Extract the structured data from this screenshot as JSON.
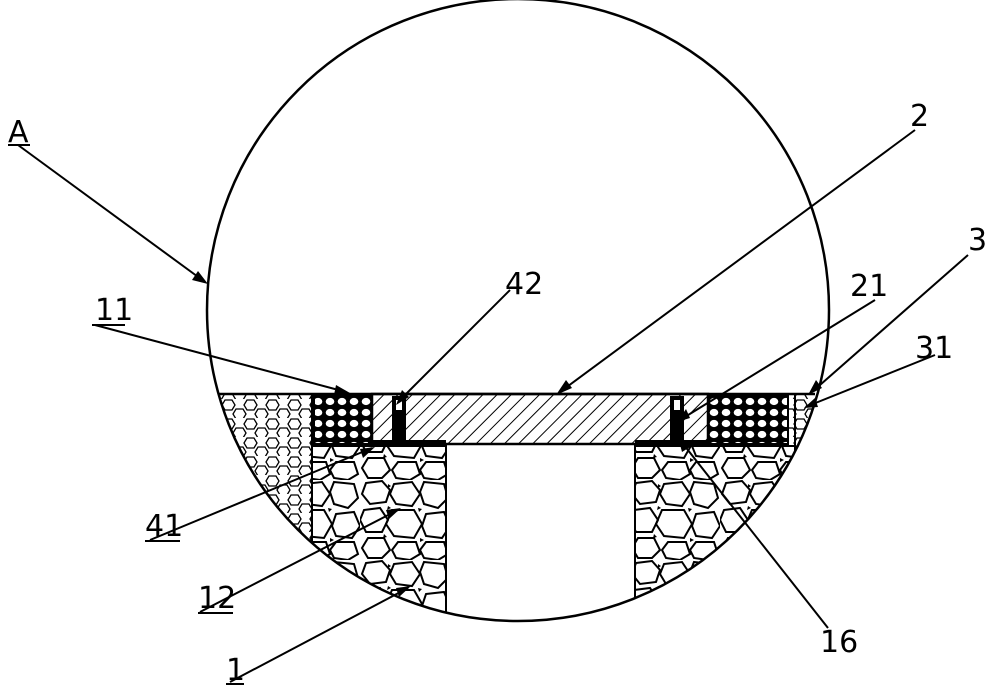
{
  "labels": {
    "A": "A",
    "l2": "2",
    "l3": "3",
    "l11": "11",
    "l42": "42",
    "l21": "21",
    "l31": "31",
    "l41": "41",
    "l12": "12",
    "l1": "1",
    "l16": "16"
  }
}
